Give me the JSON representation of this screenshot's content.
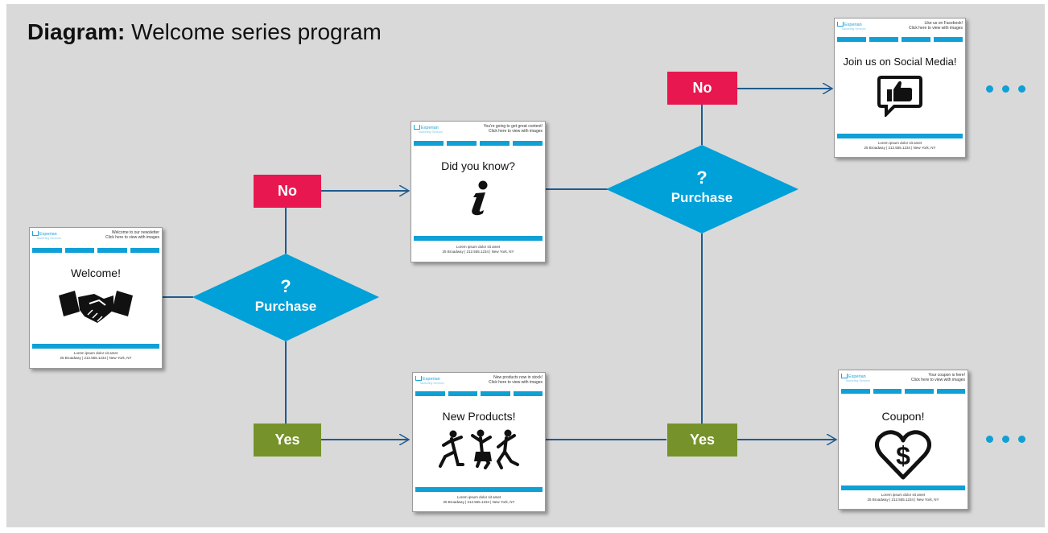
{
  "title": {
    "bold": "Diagram:",
    "rest": " Welcome series program"
  },
  "colors": {
    "no": "#e8174f",
    "yes": "#76922a",
    "diamond": "#00a0d8",
    "line": "#1f5b8f",
    "accent": "#0fa0d6"
  },
  "labels": {
    "no": "No",
    "yes": "Yes",
    "question": "?",
    "purchase": "Purchase"
  },
  "brand": {
    "name": "Experian",
    "tagline": "Marketing Services"
  },
  "emails": {
    "welcome": {
      "header_line1": "Welcome to our newsletter",
      "header_line2": "Click here to view with images",
      "headline": "Welcome!",
      "icon": "handshake-icon",
      "footer_line1": "Lorem ipsum dolor sit amet",
      "footer_line2": "25 Broadway | 212.555.1234 | New York, NY"
    },
    "did_you_know": {
      "header_line1": "You're going to get great content!",
      "header_line2": "Click here to view with images",
      "headline": "Did you know?",
      "icon": "info-icon",
      "footer_line1": "Lorem ipsum dolor sit amet",
      "footer_line2": "25 Broadway | 212.555.1234 | New York, NY"
    },
    "new_products": {
      "header_line1": "New products now in stock!",
      "header_line2": "Click here to view with images",
      "headline": "New Products!",
      "icon": "jumping-people-icon",
      "footer_line1": "Lorem ipsum dolor sit amet",
      "footer_line2": "25 Broadway | 212.555.1234 | New York, NY"
    },
    "social": {
      "header_line1": "Like us on Facebook!",
      "header_line2": "Click here to view with images",
      "headline": "Join us on Social Media!",
      "icon": "thumbs-up-icon",
      "footer_line1": "Lorem ipsum dolor sit amet",
      "footer_line2": "25 Broadway | 212.555.1234 | New York, NY"
    },
    "coupon": {
      "header_line1": "Your coupon is here!",
      "header_line2": "Click here to view with images",
      "headline": "Coupon!",
      "icon": "heart-dollar-icon",
      "footer_line1": "Lorem ipsum dolor sit amet",
      "footer_line2": "25 Broadway | 212.555.1234 | New York, NY"
    }
  }
}
